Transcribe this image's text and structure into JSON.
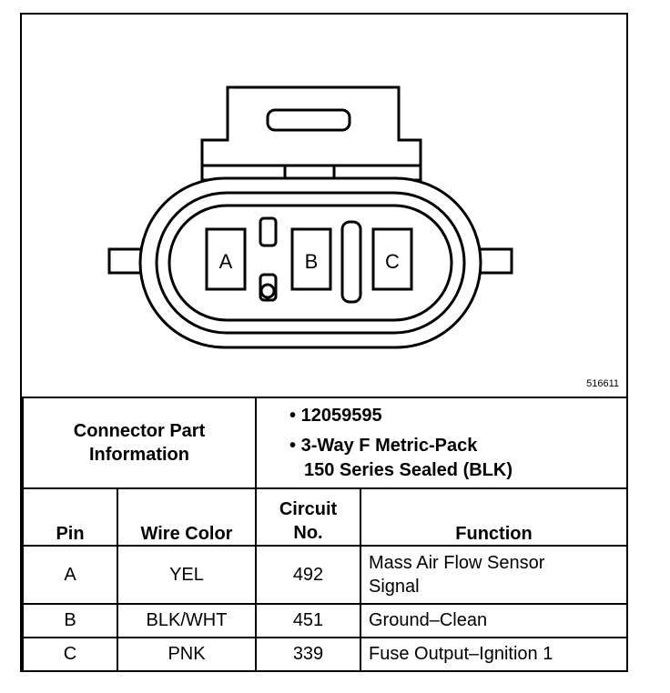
{
  "figure_number": "516611",
  "pins_on_face": [
    "A",
    "B",
    "C"
  ],
  "connector_info": {
    "label_line1": "Connector Part",
    "label_line2": "Information",
    "bullet_symbol": "•",
    "part_number": "12059595",
    "description_line1": "3-Way F Metric-Pack",
    "description_line2": "150 Series Sealed (BLK)"
  },
  "table": {
    "headers": {
      "pin": "Pin",
      "wire_color": "Wire Color",
      "circuit_line1": "Circuit",
      "circuit_line2": "No.",
      "function": "Function"
    },
    "rows": [
      {
        "pin": "A",
        "wire_color": "YEL",
        "circuit": "492",
        "function_line1": "Mass Air Flow Sensor",
        "function_line2": "Signal"
      },
      {
        "pin": "B",
        "wire_color": "BLK/WHT",
        "circuit": "451",
        "function_line1": "Ground–Clean",
        "function_line2": ""
      },
      {
        "pin": "C",
        "wire_color": "PNK",
        "circuit": "339",
        "function_line1": "Fuse Output–Ignition 1",
        "function_line2": ""
      }
    ]
  }
}
